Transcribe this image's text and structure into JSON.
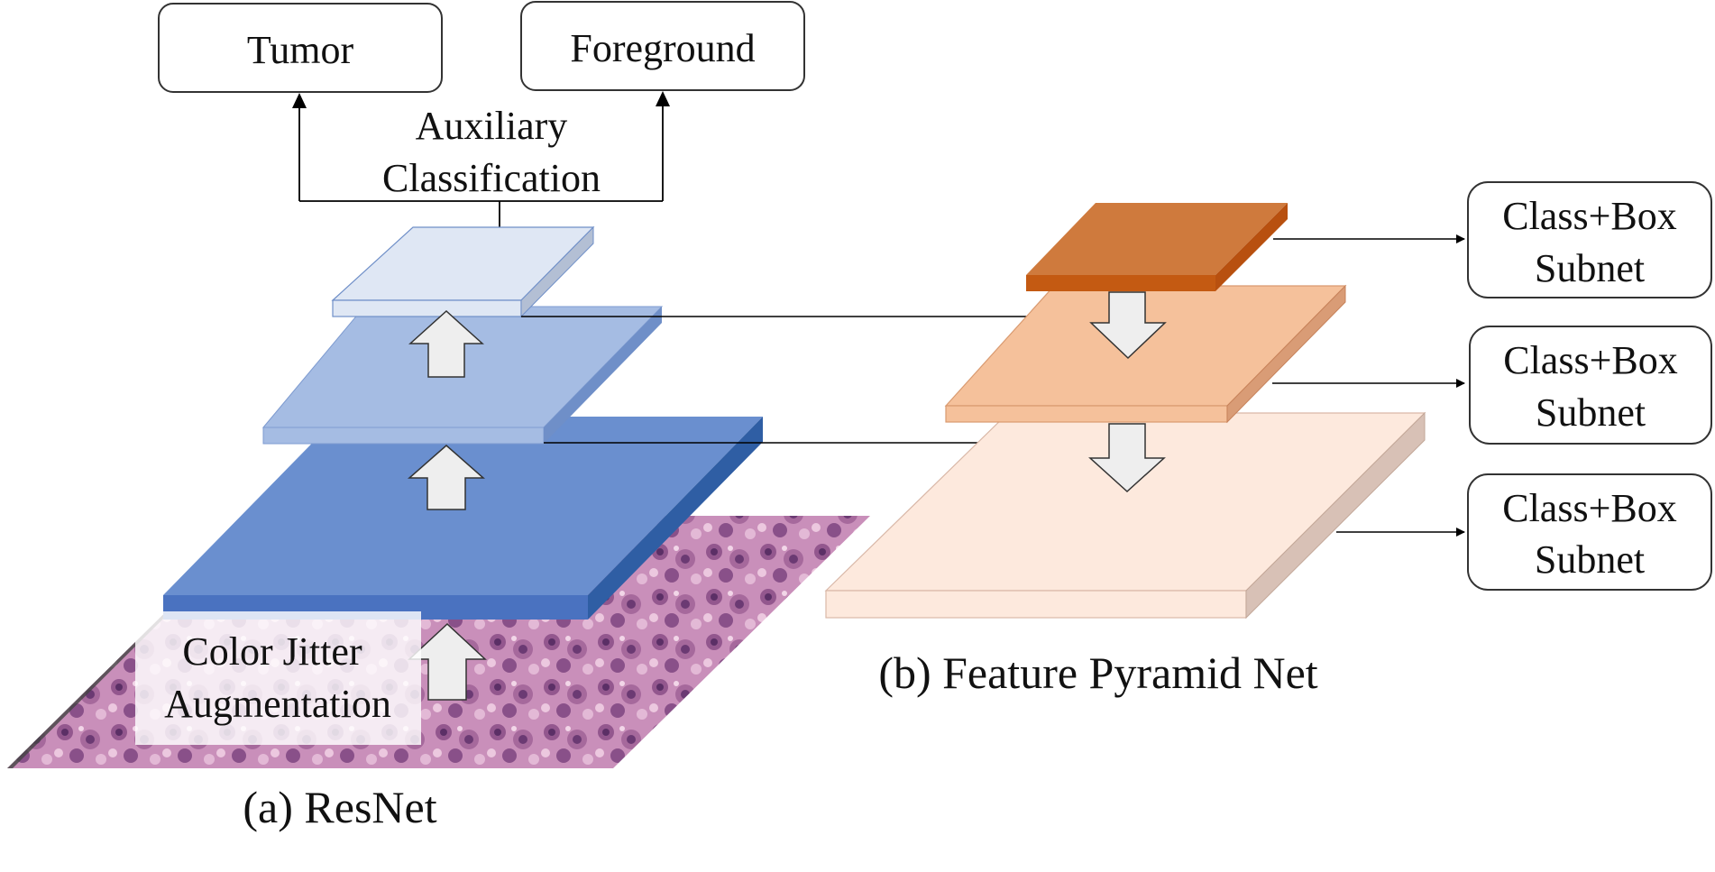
{
  "aux": {
    "tumor": "Tumor",
    "foreground": "Foreground",
    "label_line1": "Auxiliary",
    "label_line2": "Classification"
  },
  "augment": {
    "line1": "Color Jitter",
    "line2": "Augmentation"
  },
  "captions": {
    "resnet": "(a) ResNet",
    "fpn": "(b) Feature Pyramid Net"
  },
  "subnets": [
    {
      "line1": "Class+Box",
      "line2": "Subnet"
    },
    {
      "line1": "Class+Box",
      "line2": "Subnet"
    },
    {
      "line1": "Class+Box",
      "line2": "Subnet"
    }
  ],
  "colors": {
    "resnet_top": "#dfe7f4",
    "resnet_mid": "#a5bce3",
    "resnet_bottom": "#6a8fcf",
    "fpn_top": "#cf7a3d",
    "fpn_mid": "#f5c19b",
    "fpn_bottom": "#fde9dd",
    "tissue": "#c98fba"
  }
}
